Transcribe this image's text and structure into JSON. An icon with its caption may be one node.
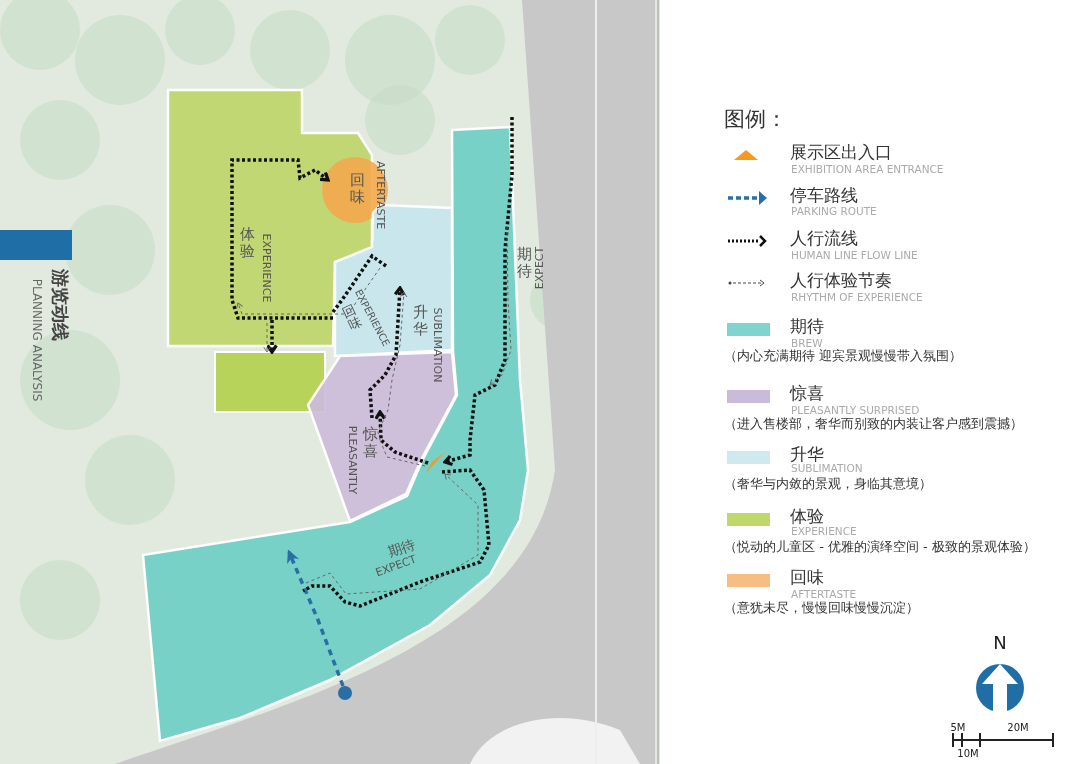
{
  "diagram": {
    "title": "游览动线",
    "nodes": [
      {
        "text": [
          "体验",
          "EXPERIENCE"
        ]
      },
      {
        "text": [],
        "shape": "box"
      },
      {
        "text": [
          "回味",
          "AFTERTASTE"
        ]
      },
      {
        "text": [
          "回味",
          "EXPERIENCE",
          "升华",
          "SUBLIMATION"
        ]
      },
      {
        "text": [
          "惊喜",
          "PLEASANTLY"
        ]
      },
      {
        "text": [
          "期待",
          "EXPECT",
          "期待",
          "EXPECT"
        ]
      },
      {
        "text": [],
        "shape": "triangle",
        "in": 5
      },
      {
        "text": [],
        "shape": "circle",
        "in": 5
      }
    ],
    "edges": [
      {
        "from": 7,
        "to": null,
        "arrow": "to",
        "color": "#2a6ea6"
      },
      {
        "from": null,
        "to": 6,
        "arrow": "to"
      },
      {
        "from": 6,
        "to": 4,
        "arrow": "to"
      },
      {
        "from": 4,
        "to": 3,
        "arrow": "to"
      },
      {
        "from": 3,
        "to": 0,
        "arrow": "none"
      },
      {
        "from": 0,
        "to": 2,
        "arrow": "to"
      },
      {
        "from": 0,
        "to": 1,
        "arrow": "to"
      },
      {
        "from": 6,
        "to": null,
        "arrow": "none"
      },
      {
        "from": 5,
        "to": null,
        "arrow": "to",
        "style": "dashed"
      },
      {
        "from": null,
        "to": 6,
        "arrow": "to",
        "style": "dashed"
      },
      {
        "from": 6,
        "to": 4,
        "arrow": "none",
        "style": "dashed"
      },
      {
        "from": 4,
        "to": 3,
        "arrow": "to",
        "style": "dashed"
      },
      {
        "from": 3,
        "to": 0,
        "arrow": "to",
        "style": "dashed"
      },
      {
        "from": 0,
        "to": 1,
        "arrow": "to",
        "style": "dashed"
      }
    ],
    "labels": [
      "图例：",
      "EXHIBITION AREA ENTRANCE",
      "PARKING ROUTE",
      "HUMAN LINE FLOW LINE",
      "RHYTHM OF EXPERIENCE",
      "BREW",
      "（内心充满期待 迎宾景观慢慢带入氛围）",
      "PLEASANTLY SURPRISED",
      "（进入售楼部，奢华而别致的内装让客户感到震撼）",
      "SUBLIMATION",
      "（奢华与内敛的景观，身临其意境）",
      "EXPERIENCE",
      "（悦动的儿童区 - 优雅的演绎空间 - 极致的景观体验）",
      "AFTERTASTE",
      "（意犹未尽，慢慢回味慢慢沉淀）",
      "PLANNING ANALYSIS",
      "N",
      "5M",
      "20M",
      "10M"
    ],
    "legend": [
      {
        "text": "展示区出入口"
      },
      {
        "text": "停车路线"
      },
      {
        "text": "人行流线"
      },
      {
        "text": "人行体验节奏"
      },
      {
        "text": "期待",
        "color": "#80d4cf"
      },
      {
        "text": "惊喜",
        "color": "#cbbbda"
      },
      {
        "text": "升华",
        "color": "#cfe9ee"
      },
      {
        "text": "体验",
        "color": "#c0d76c"
      },
      {
        "text": "回味",
        "color": "#f6be82"
      }
    ]
  }
}
